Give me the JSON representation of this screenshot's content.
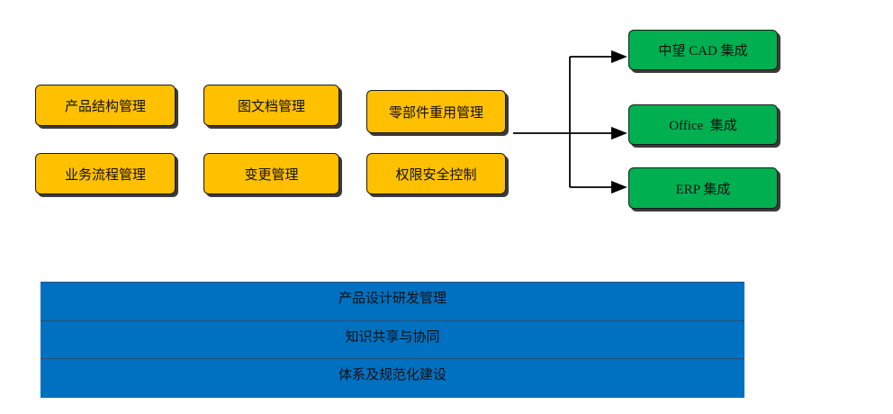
{
  "modules": [
    "产品结构管理",
    "图文档管理",
    "零部件重用管理",
    "业务流程管理",
    "变更管理",
    "权限安全控制"
  ],
  "integrations": [
    "中望 CAD 集成",
    "Office  集成",
    "ERP 集成"
  ],
  "layers": [
    "产品设计研发管理",
    "知识共享与协同",
    "体系及规范化建设"
  ],
  "colors": {
    "module": "#ffc000",
    "integration": "#00b050",
    "layer": "#0070c0"
  }
}
